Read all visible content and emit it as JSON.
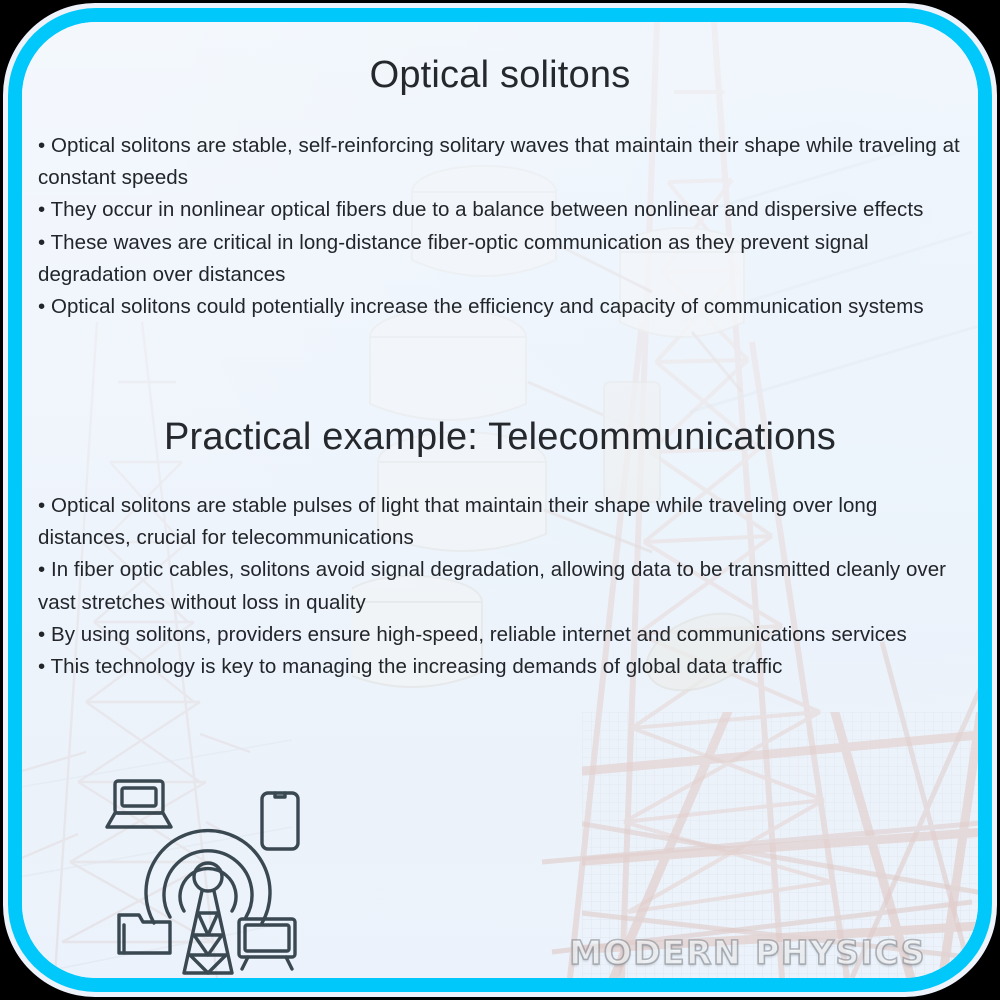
{
  "slide": {
    "title": "Optical solitons",
    "section_title": "Practical example: Telecommunications",
    "watermark": "MODERN PHYSICS",
    "background_subject": "telecommunications-tower-photo",
    "bullets_primary": [
      "• Optical solitons are stable, self-reinforcing solitary waves that maintain their shape while traveling at constant speeds",
      "• They occur in nonlinear optical fibers due to a balance between nonlinear and dispersive effects",
      "• These waves are critical in long-distance fiber-optic communication as they prevent signal degradation over distances",
      "• Optical solitons could potentially increase the efficiency and capacity of communication systems"
    ],
    "bullets_secondary": [
      "• Optical solitons are stable pulses of light that maintain their shape while traveling over long distances, crucial for telecommunications",
      "• In fiber optic cables, solitons avoid signal degradation, allowing data to be transmitted cleanly over vast stretches without loss in quality",
      "• By using solitons, providers ensure high-speed, reliable internet and communications services",
      "• This technology is key to managing the increasing demands of global data traffic"
    ],
    "icon": {
      "name": "telecom-broadcast-tower-icon",
      "parts": [
        "broadcast-tower",
        "signal-waves",
        "laptop",
        "smartphone",
        "folder",
        "television"
      ]
    },
    "colors": {
      "border_accent": "#00c8fb",
      "outer_background": "#000000",
      "slide_background": "#eef2fb",
      "title_text": "#25282c",
      "body_text": "#22262b",
      "icon_stroke": "#2b3a43",
      "watermark_fill": "#ffffff"
    }
  }
}
